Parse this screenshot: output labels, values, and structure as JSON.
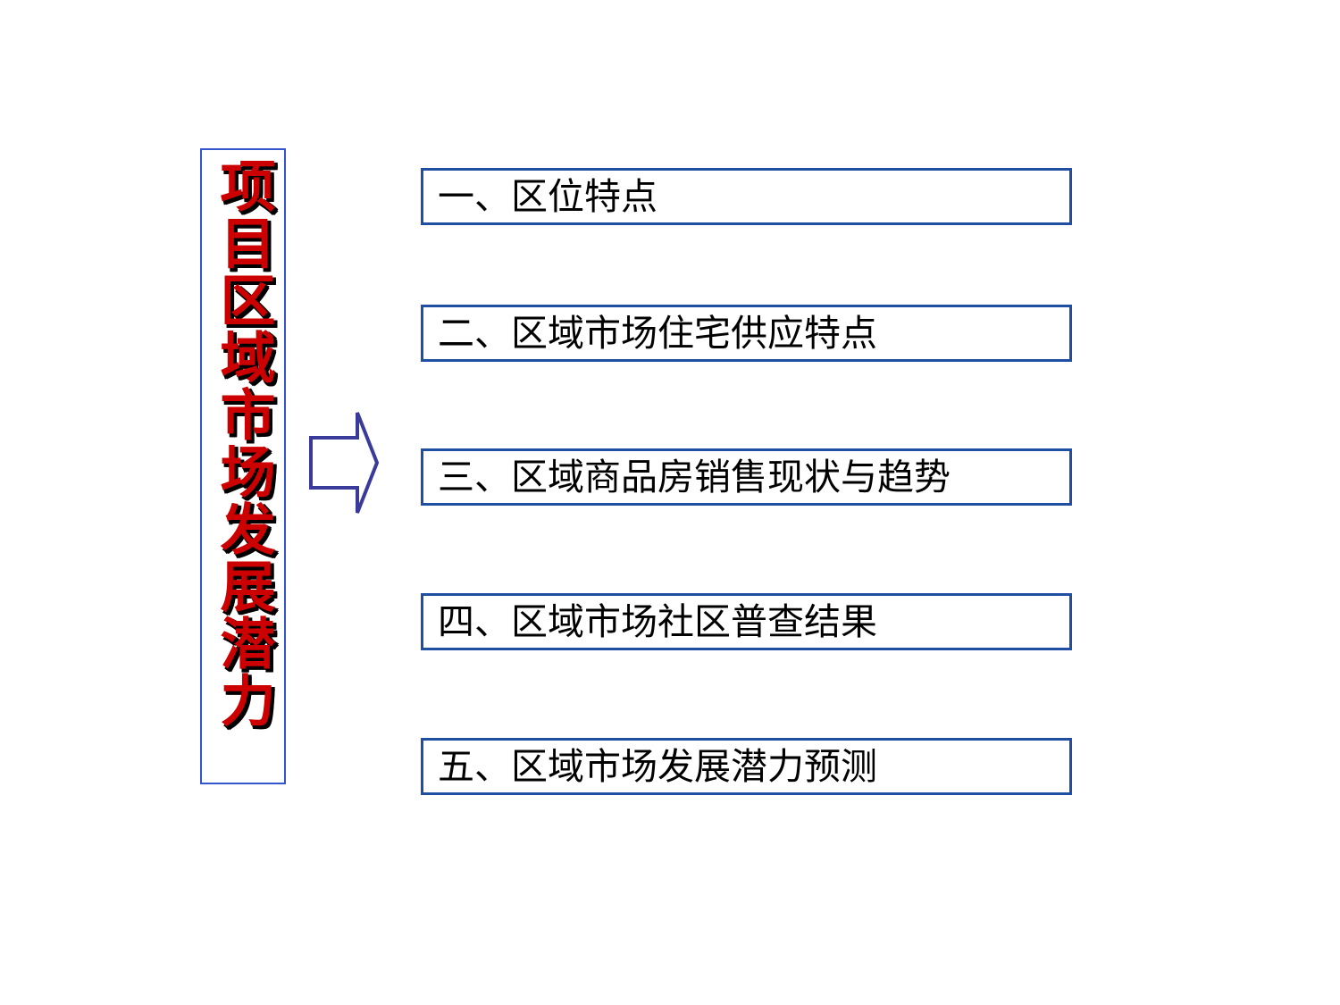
{
  "slide": {
    "background_color": "#FFFFFF",
    "banner": {
      "title_vertical": "项目区域市场发展潜力",
      "text_color": "#CC0000",
      "shadow_color": "#000000",
      "border_color": "#3355CC"
    },
    "arrow": {
      "name": "right-block-arrow",
      "stroke_color": "#3A3A9A",
      "fill_color": "#FFFFFF"
    },
    "agenda": {
      "border_color": "#1F4FA3",
      "text_color": "#000000",
      "items": [
        {
          "label": "一、区位特点"
        },
        {
          "label": "二、区域市场住宅供应特点"
        },
        {
          "label": "三、区域商品房销售现状与趋势"
        },
        {
          "label": "四、区域市场社区普查结果"
        },
        {
          "label": "五、区域市场发展潜力预测"
        }
      ]
    }
  }
}
